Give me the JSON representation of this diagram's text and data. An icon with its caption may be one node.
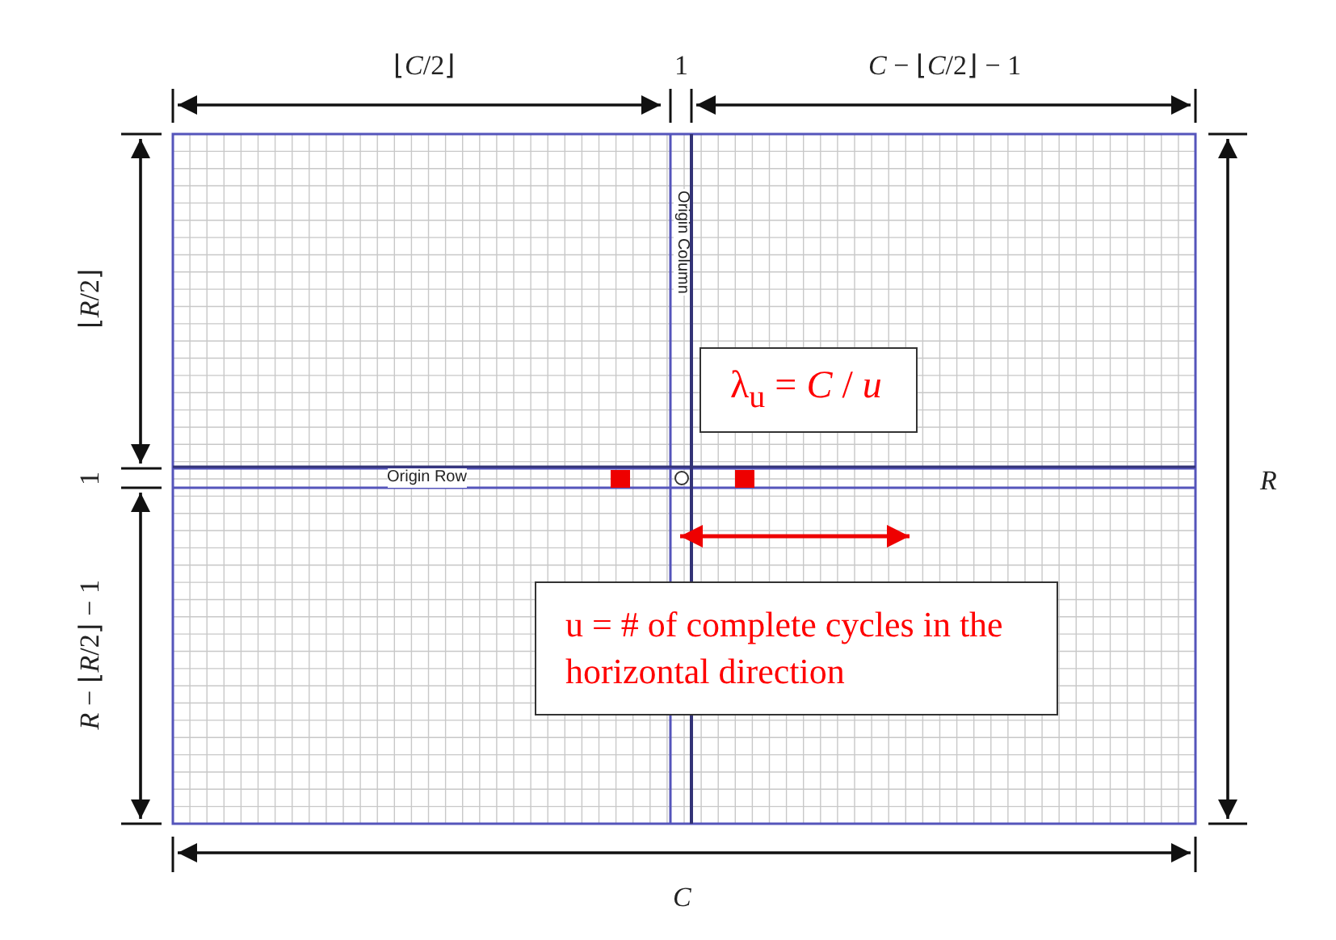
{
  "diagram": {
    "nodes": [
      {
        "text": [
          "λ$_{u}$ = *C* / *u*"
        ]
      },
      {
        "text": [
          "u = # of complete cycles in the horizontal direction"
        ]
      }
    ],
    "edges": [],
    "labels": [
      "⌊*C*/2⌋",
      "1",
      "*C* − ⌊*C*/2⌋ − 1",
      "⌊*R*/2⌋",
      "1",
      "*R* − ⌊*R*/2⌋ − 1",
      "*R*",
      "Origin Column",
      "Origin Row",
      "*C*"
    ]
  }
}
